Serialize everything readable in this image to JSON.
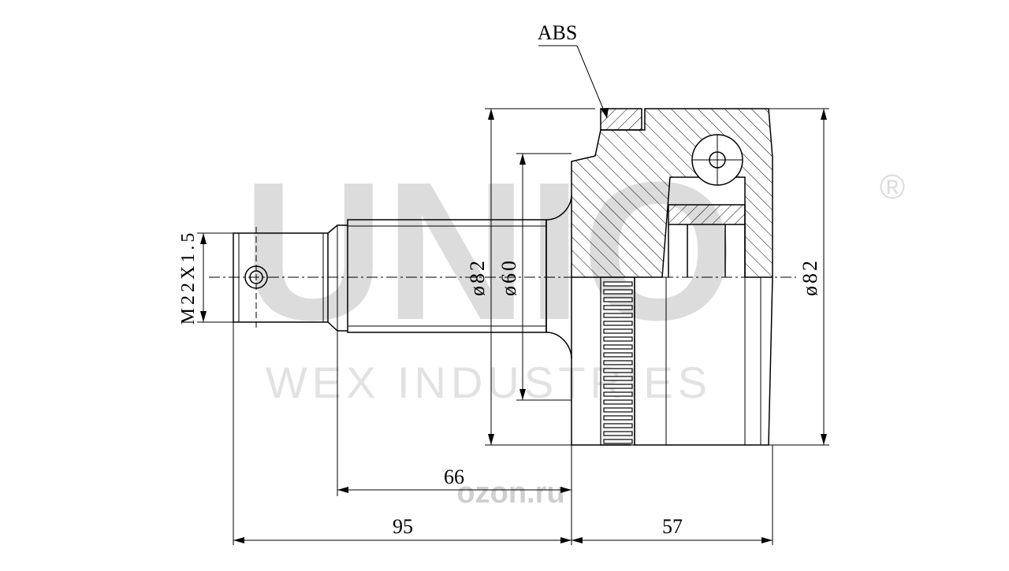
{
  "watermark": {
    "brand": "UNIO",
    "registered": "®",
    "company": "WEX INDUSTRIES",
    "site_logo": "ozon.ru"
  },
  "labels": {
    "abs": "ABS",
    "thread": "M22X1.5",
    "dia_flange": "ø82",
    "dia_seat": "ø60",
    "dia_outer": "ø82"
  },
  "dimensions": {
    "shaft_length": "66",
    "overall_left": "95",
    "overall_right": "57"
  },
  "colors": {
    "line": "#000000",
    "watermark": "#d9d9d9",
    "watermark_text": "#e4e4e4",
    "logo": "#cfcfcf"
  }
}
